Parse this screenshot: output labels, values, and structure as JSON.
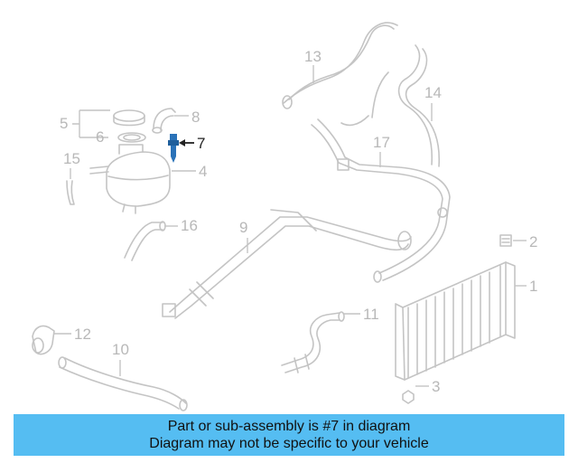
{
  "callouts": {
    "c1": "1",
    "c2": "2",
    "c3": "3",
    "c4": "4",
    "c5": "5",
    "c6": "6",
    "c7": "7",
    "c8": "8",
    "c9": "9",
    "c10": "10",
    "c11": "11",
    "c12": "12",
    "c13": "13",
    "c14": "14",
    "c15": "15",
    "c16": "16",
    "c17": "17"
  },
  "highlighted_part": "7",
  "colors": {
    "banner_bg": "#55bdf2",
    "diagram_lines": "#c4c4c4",
    "highlight_part": "#2a72b8",
    "highlight_label": "#222222"
  },
  "banner": {
    "line1": "Part or sub-assembly is #7 in diagram",
    "line2": "Diagram may not be specific to your vehicle"
  }
}
